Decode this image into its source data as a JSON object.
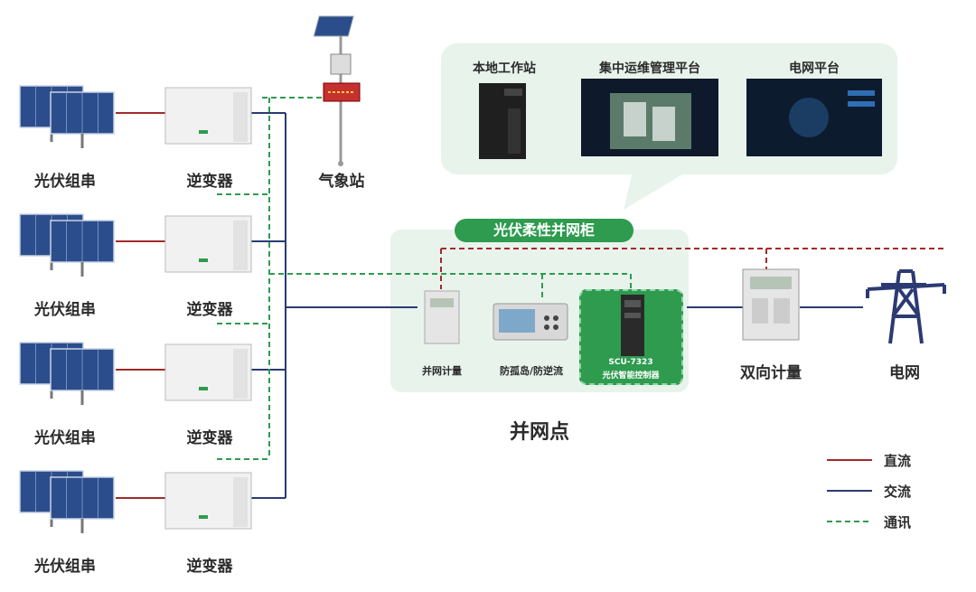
{
  "pv": {
    "string_label": "光伏组串",
    "inverter_label": "逆变器"
  },
  "weather": {
    "label": "气象站"
  },
  "platforms": {
    "workstation": "本地工作站",
    "ops_platform": "集中运维管理平台",
    "grid_platform": "电网平台"
  },
  "cabinet": {
    "title": "光伏柔性并网柜",
    "meter": "并网计量",
    "anti_island": "防孤岛/防逆流",
    "controller_model": "SCU-7323",
    "controller_name": "光伏智能控制器"
  },
  "grid": {
    "point": "并网点",
    "bidirectional_meter": "双向计量",
    "grid": "电网"
  },
  "legend": {
    "dc": "直流",
    "ac": "交流",
    "comm": "通讯"
  },
  "colors": {
    "dc": "#a22a2a",
    "ac": "#2c3a73",
    "comm": "#2e9b4f",
    "accent": "#2e9b4f"
  }
}
